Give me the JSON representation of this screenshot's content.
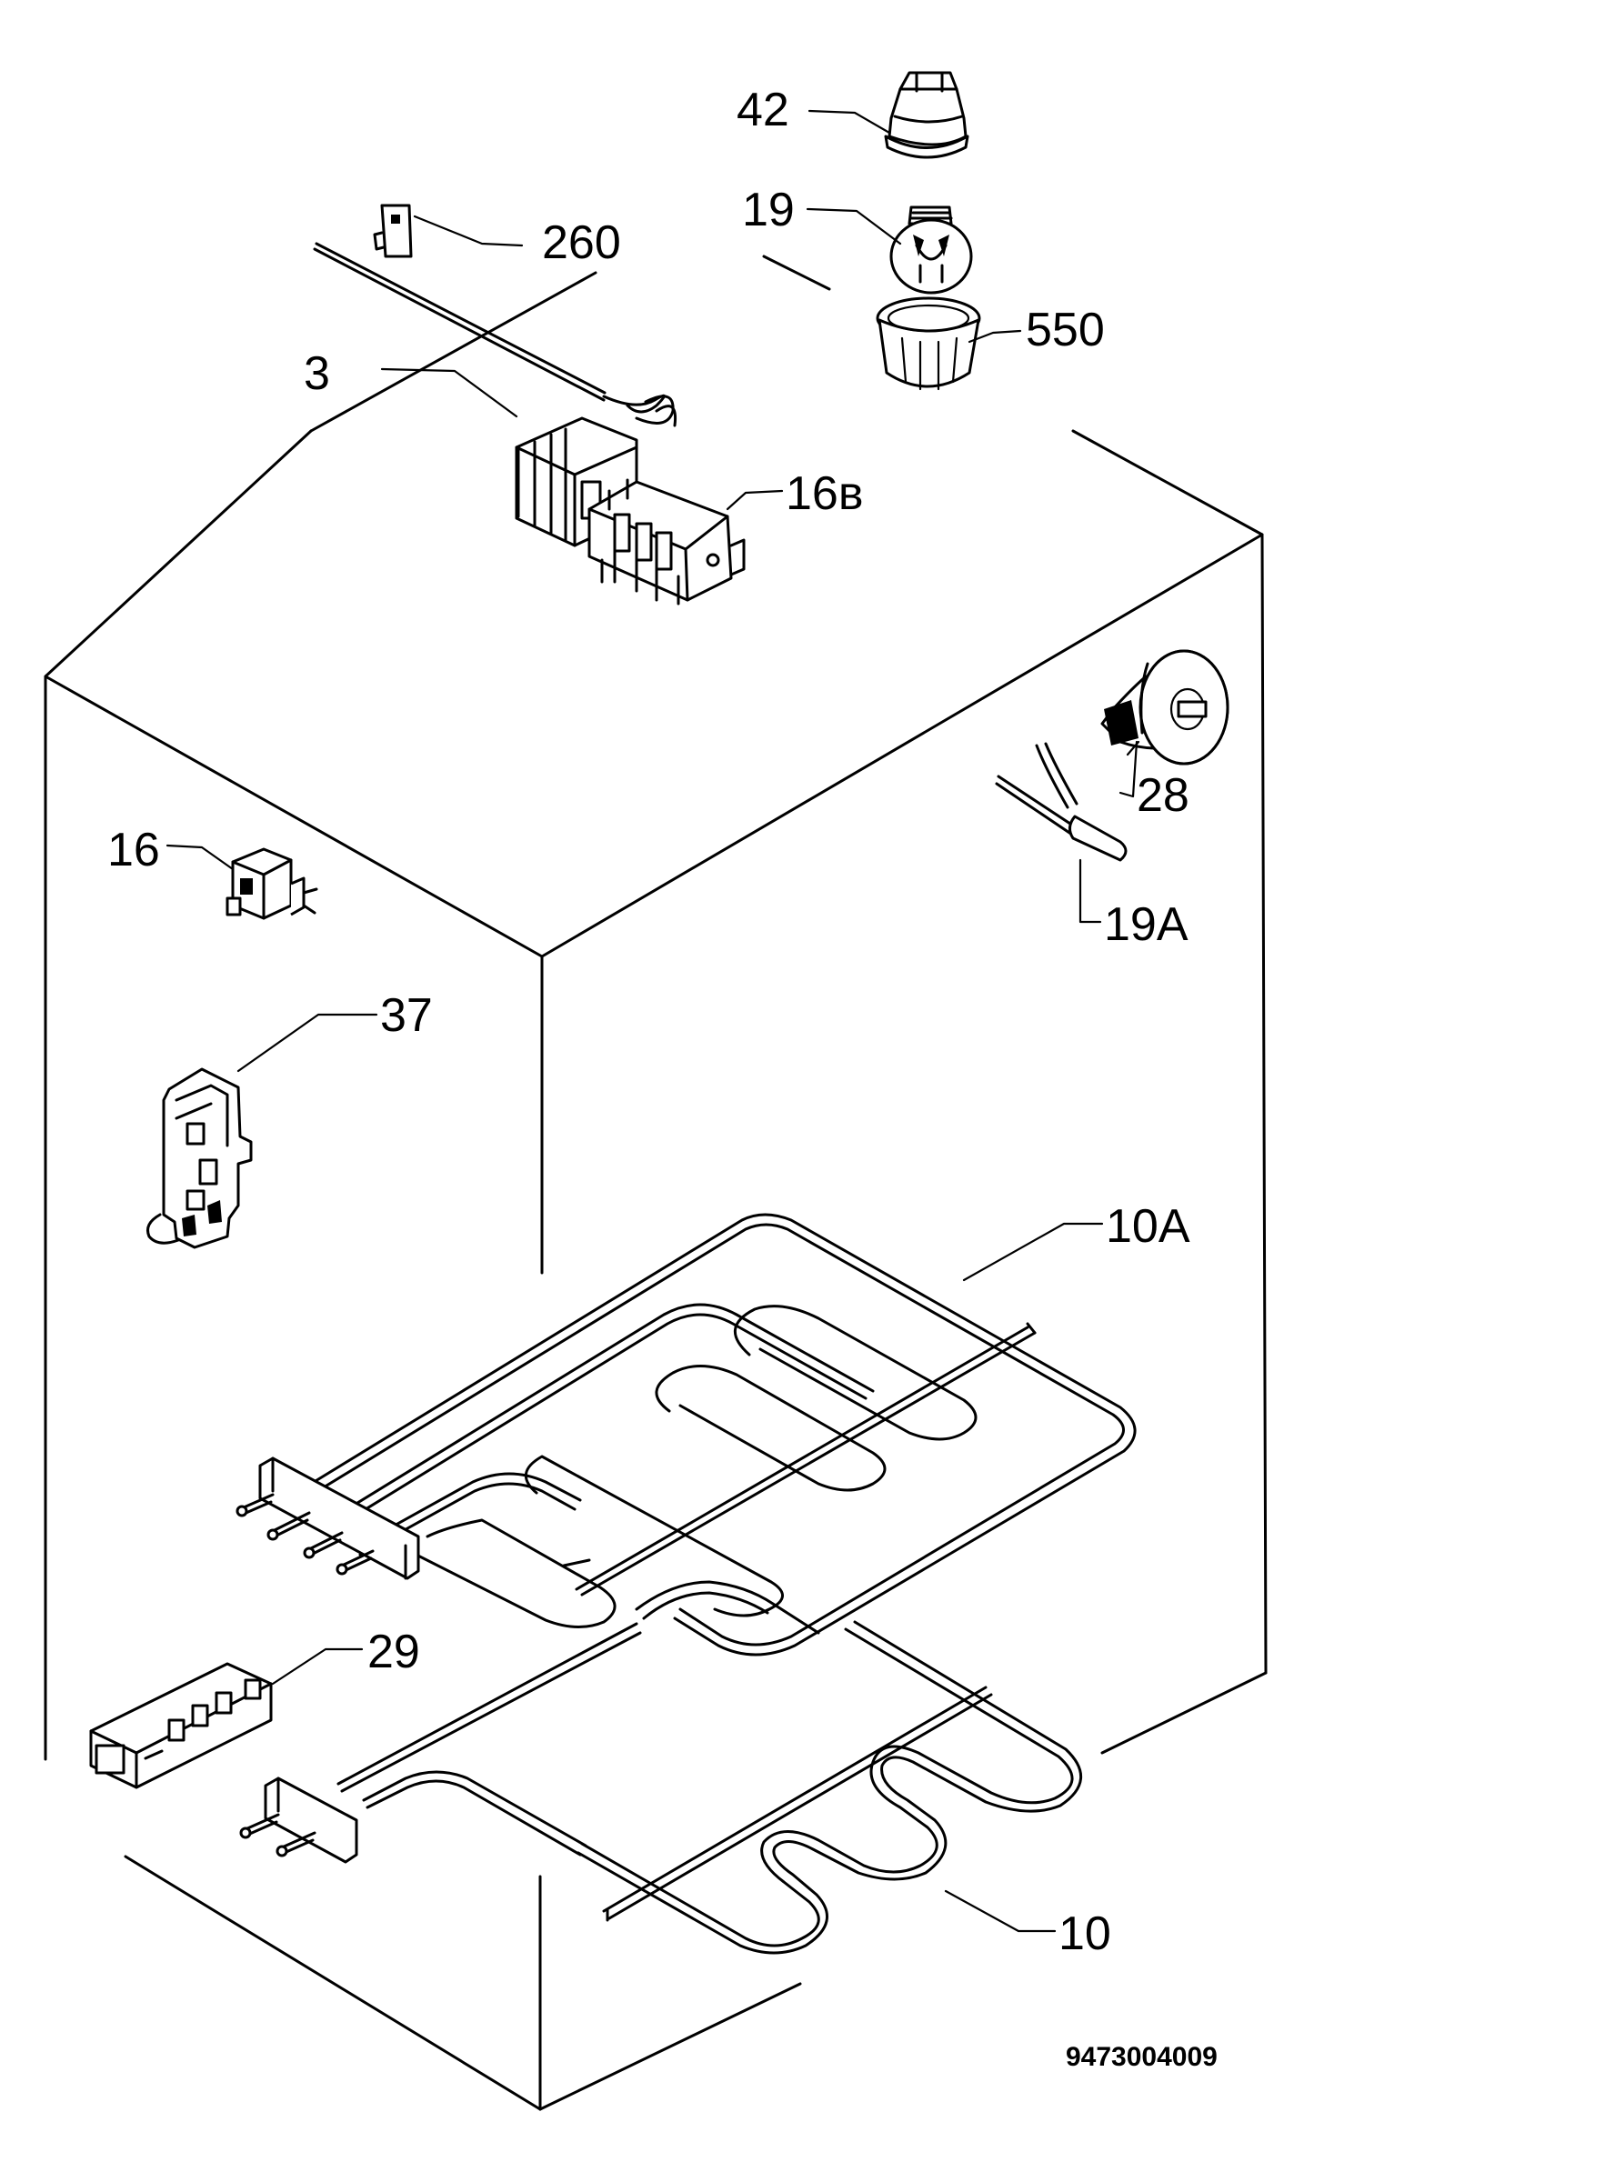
{
  "labels": {
    "p42": "42",
    "p19": "19",
    "p260": "260",
    "p550": "550",
    "p3": "3",
    "p16b": "16в",
    "p28": "28",
    "p16": "16",
    "p19a": "19A",
    "p37": "37",
    "p10a": "10A",
    "p29": "29",
    "p10": "10"
  },
  "catalog_number": "9473004009"
}
